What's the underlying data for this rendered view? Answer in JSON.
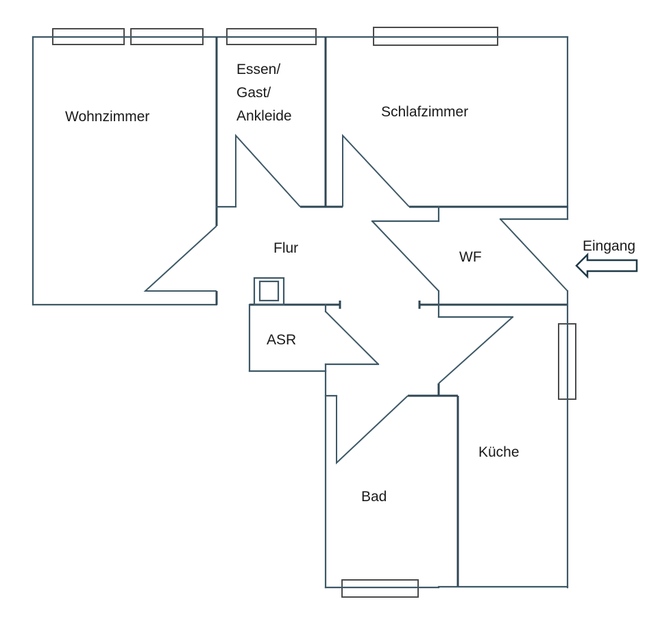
{
  "plan": {
    "rooms": {
      "wohnzimmer": "Wohnzimmer",
      "essen_line1": "Essen/",
      "essen_line2": "Gast/",
      "essen_line3": "Ankleide",
      "schlafzimmer": "Schlafzimmer",
      "flur": "Flur",
      "wf": "WF",
      "asr": "ASR",
      "kueche": "Küche",
      "bad": "Bad"
    },
    "entrance_label": "Eingang",
    "colors": {
      "wall": "#3d5866",
      "window": "#4a4a4a",
      "text": "#1a1a1a"
    }
  }
}
